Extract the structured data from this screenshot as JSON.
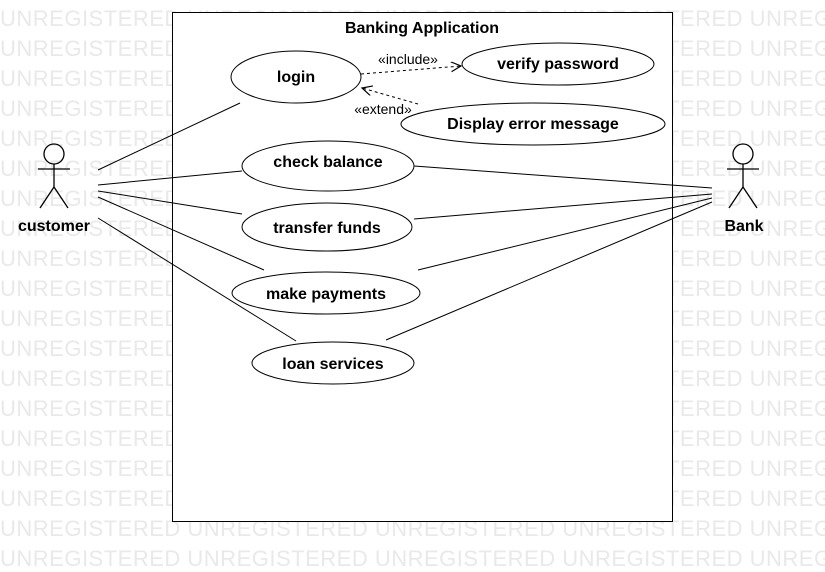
{
  "watermark": "UNREGISTERED UNREGISTERED UNREGISTERED UNREGISTERED UNREGISTERED",
  "system": {
    "title": "Banking Application"
  },
  "actors": {
    "customer": "customer",
    "bank": "Bank"
  },
  "use_cases": {
    "login": "login",
    "verify_password": "verify password",
    "display_error": "Display error message",
    "check_balance": "check balance",
    "transfer_funds": "transfer funds",
    "make_payments": "make payments",
    "loan_services": "loan services"
  },
  "relations": {
    "include": "«include»",
    "extend": "«extend»"
  }
}
